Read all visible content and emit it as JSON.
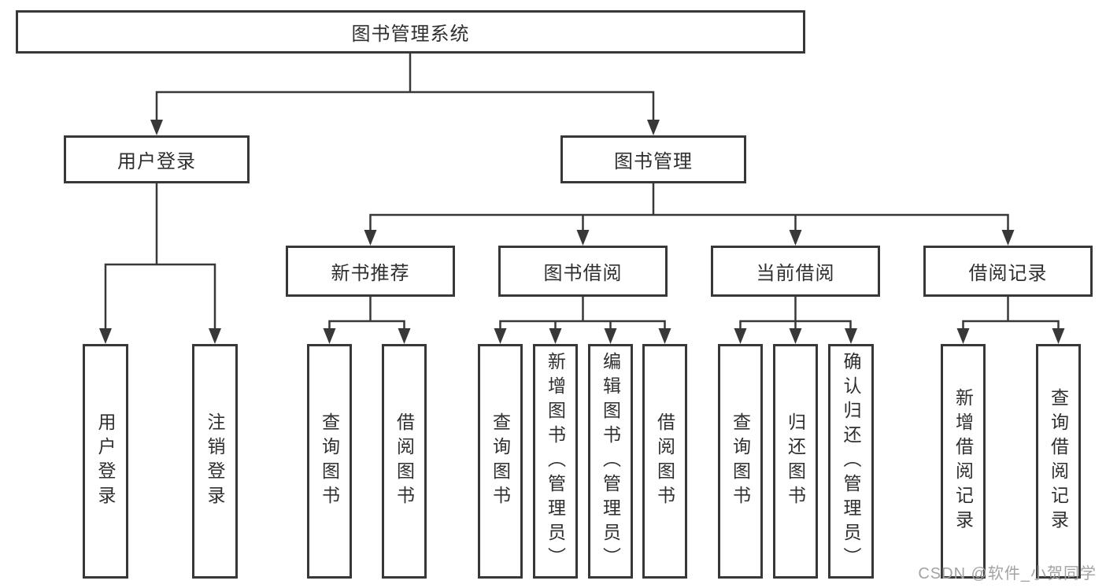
{
  "diagram_title": "图书管理系统",
  "tree": {
    "root": {
      "label": "图书管理系统",
      "children": [
        {
          "label": "用户登录",
          "children": [
            {
              "label": "用户登录"
            },
            {
              "label": "注销登录"
            }
          ]
        },
        {
          "label": "图书管理",
          "children": [
            {
              "label": "新书推荐",
              "children": [
                {
                  "label": "查询图书"
                },
                {
                  "label": "借阅图书"
                }
              ]
            },
            {
              "label": "图书借阅",
              "children": [
                {
                  "label": "查询图书"
                },
                {
                  "label": "新增图书（管理员）"
                },
                {
                  "label": "编辑图书（管理员）"
                },
                {
                  "label": "借阅图书"
                }
              ]
            },
            {
              "label": "当前借阅",
              "children": [
                {
                  "label": "查询图书"
                },
                {
                  "label": "归还图书"
                },
                {
                  "label": "确认归还（管理员）"
                }
              ]
            },
            {
              "label": "借阅记录",
              "children": [
                {
                  "label": "新增借阅记录"
                },
                {
                  "label": "查询借阅记录"
                }
              ]
            }
          ]
        }
      ]
    }
  },
  "watermark": {
    "text": "CSDN @软件_小贺同学"
  },
  "colors": {
    "background": "#ffffff",
    "box_fill": "#ffffff",
    "box_border": "#383838",
    "connector": "#383838",
    "text": "#2f2f2f",
    "watermark": "#a3a3a3"
  }
}
